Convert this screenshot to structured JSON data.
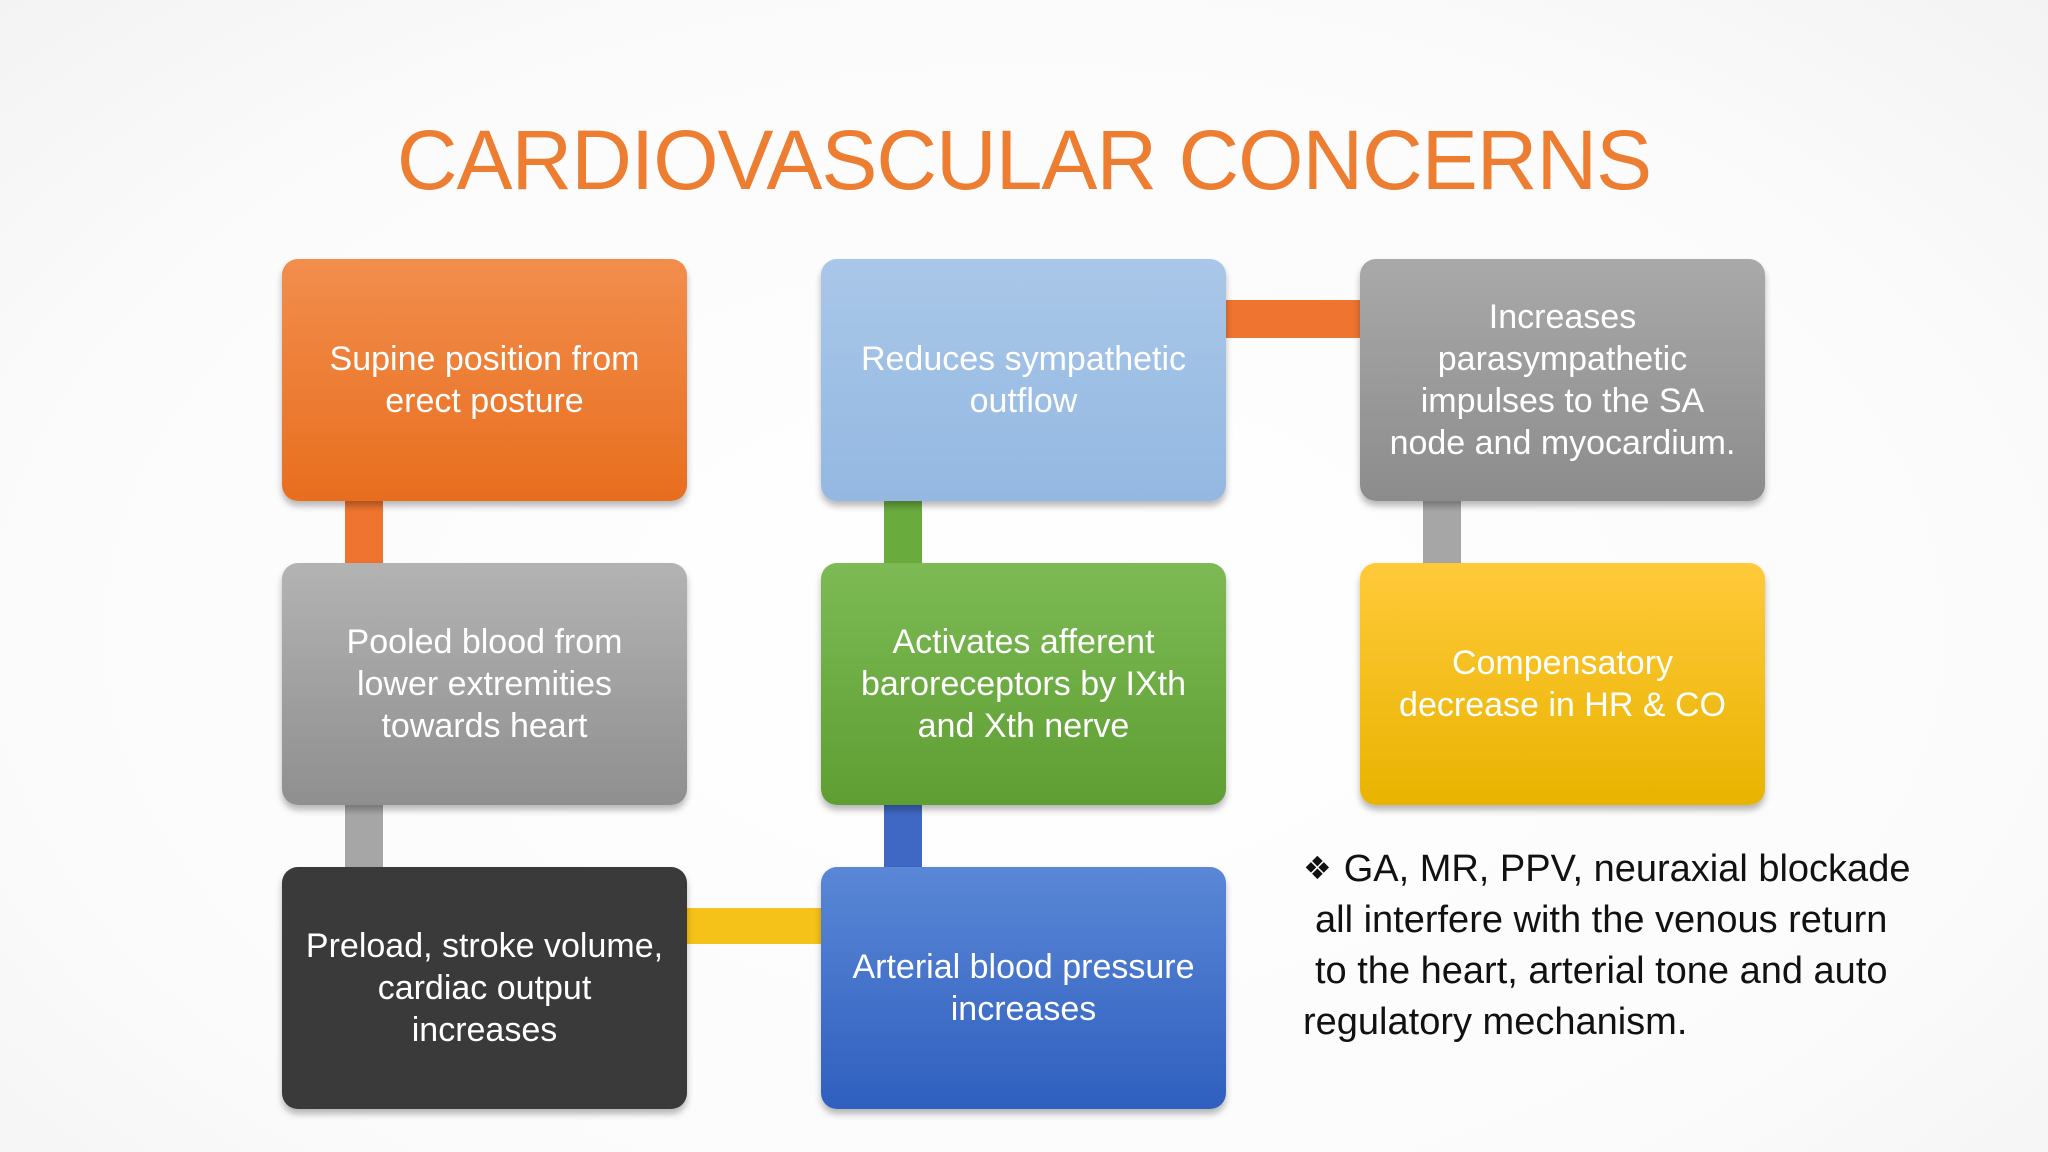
{
  "slide": {
    "title": "CARDIOVASCULAR CONCERNS"
  },
  "flowchart": {
    "boxes": {
      "supine": {
        "lines": [
          "Supine position from",
          "erect posture"
        ]
      },
      "pooled": {
        "lines": [
          "Pooled blood from",
          "lower extremities",
          "towards heart"
        ]
      },
      "preload": {
        "lines": [
          "Preload, stroke volume,",
          "cardiac output",
          "increases"
        ]
      },
      "arterial": {
        "lines": [
          "Arterial blood pressure",
          "increases"
        ]
      },
      "activates": {
        "lines": [
          "Activates afferent",
          "baroreceptors by IXth",
          "and Xth nerve"
        ]
      },
      "reduces": {
        "lines": [
          "Reduces sympathetic",
          "outflow"
        ]
      },
      "increases": {
        "lines": [
          "Increases",
          "parasympathetic",
          "impulses to the SA",
          "node and myocardium."
        ]
      },
      "compensatory": {
        "lines": [
          "Compensatory",
          "decrease in HR & CO"
        ]
      }
    },
    "colors": {
      "title": "#ED7D31",
      "orange": "#ED7D31",
      "gray": "#A5A5A5",
      "dark": "#3A3A3A",
      "blue": "#4472C4",
      "green": "#70AD47",
      "light_blue": "#9DC3E6",
      "yellow": "#FFC000"
    }
  },
  "note": {
    "bullet": "❖",
    "lines": [
      "GA, MR, PPV, neuraxial blockade",
      "all interfere with the venous return",
      "to the heart, arterial tone and auto",
      "regulatory mechanism."
    ]
  }
}
